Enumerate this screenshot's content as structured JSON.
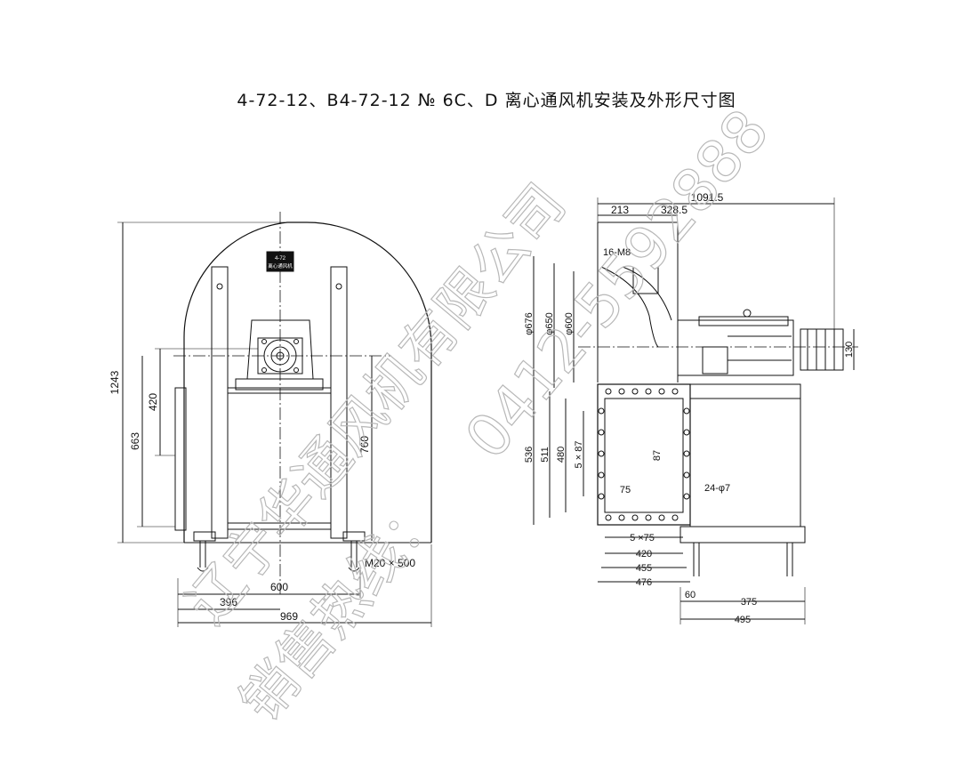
{
  "title": "4-72-12、B4-72-12 № 6C、D 离心通风机安装及外形尺寸图",
  "nameplate": {
    "model": "4-72",
    "name": "离心通风机"
  },
  "front_view": {
    "dim_overall_height": "1243",
    "dim_420": "420",
    "dim_663": "663",
    "dim_760": "760",
    "dim_600": "600",
    "dim_396": "396",
    "dim_969": "969",
    "bolt_label": "M20 × 500"
  },
  "side_view": {
    "dim_1091": "1091.5",
    "dim_213": "213",
    "dim_328": "328.5",
    "holes_top": "16-M8",
    "dia_676": "φ676",
    "dia_650": "φ650",
    "dia_600": "φ600",
    "dim_130": "130",
    "dim_536": "536",
    "dim_511": "511",
    "dim_480": "480",
    "dim_5x87": "5 × 87",
    "dim_87": "87",
    "dim_75": "75",
    "holes_outlet": "24-φ7",
    "dim_5x75": "5 ×75",
    "dim_420b": "420",
    "dim_455": "455",
    "dim_476": "476",
    "dim_60": "60",
    "dim_375": "375",
    "dim_495": "495"
  },
  "watermark": {
    "company": "辽宁华通风机有限公司",
    "hotline_label": "销售热线：",
    "phone": "0412-5592888"
  }
}
